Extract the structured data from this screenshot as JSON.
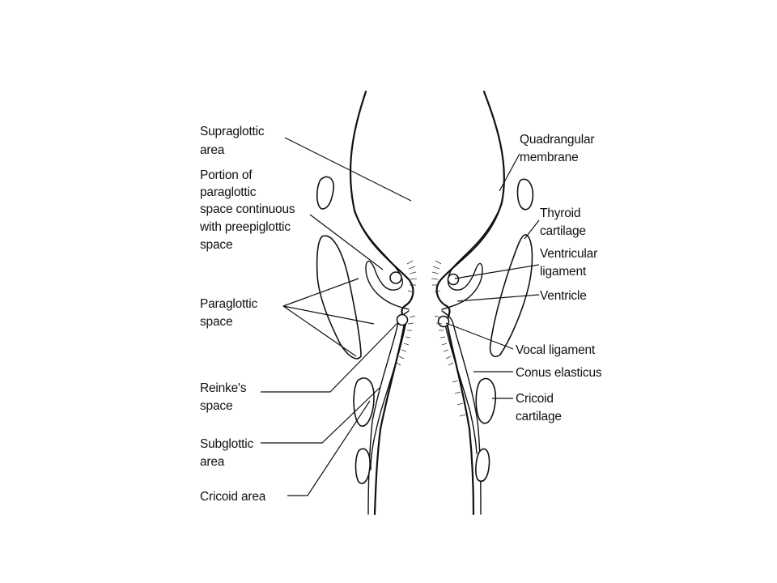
{
  "labels": {
    "supraglottic": [
      "Supraglottic",
      "area"
    ],
    "paraglottic_portion": [
      "Portion of",
      "paraglottic",
      "space continuous",
      "with preepiglottic",
      "space"
    ],
    "paraglottic_space": [
      "Paraglottic",
      "space"
    ],
    "reinkes": [
      "Reinke's",
      "space"
    ],
    "subglottic": [
      "Subglottic",
      "area"
    ],
    "cricoid_area": [
      "Cricoid area"
    ],
    "quadrangular": [
      "Quadrangular",
      "membrane"
    ],
    "thyroid": [
      "Thyroid",
      "cartilage"
    ],
    "ventricular": [
      "Ventricular",
      "ligament"
    ],
    "ventricle": [
      "Ventricle"
    ],
    "vocal_ligament": [
      "Vocal ligament"
    ],
    "conus": [
      "Conus elasticus"
    ],
    "cricoid_cartilage": [
      "Cricoid",
      "cartilage"
    ]
  },
  "colors": {
    "line": "#111111",
    "background": "#ffffff"
  }
}
